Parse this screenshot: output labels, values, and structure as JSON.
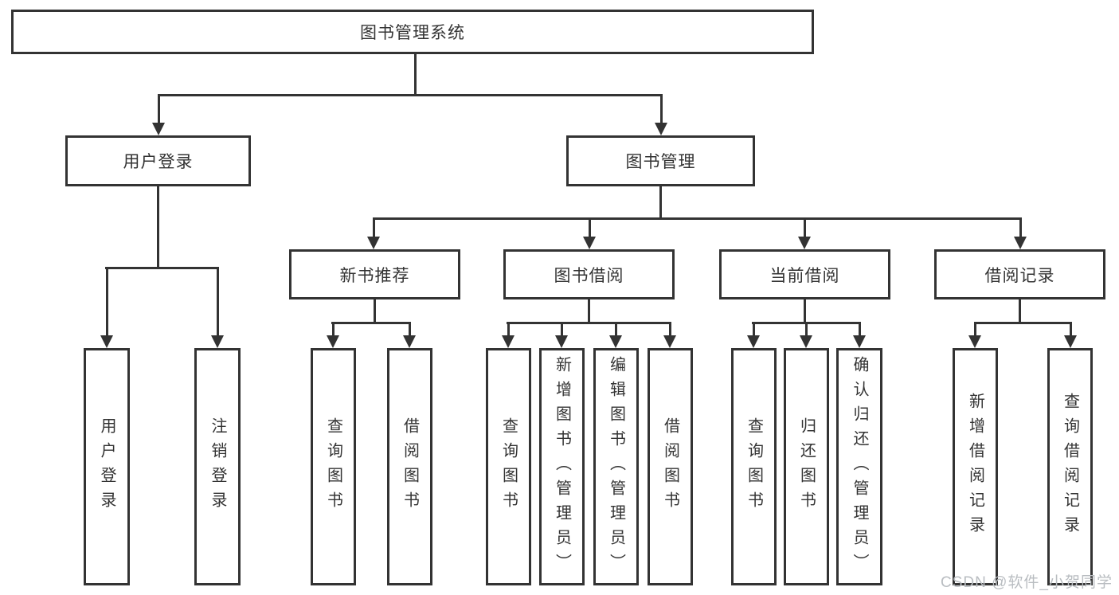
{
  "diagram": {
    "title": "图书管理系统",
    "level1": {
      "user_login": "用户登录",
      "book_mgmt": "图书管理"
    },
    "level2": {
      "new_book_rec": "新书推荐",
      "book_borrow": "图书借阅",
      "current_borrow": "当前借阅",
      "borrow_records": "借阅记录"
    },
    "leaves": {
      "user_login": [
        "用户登录",
        "注销登录"
      ],
      "new_book_rec": [
        "查询图书",
        "借阅图书"
      ],
      "book_borrow": [
        "查询图书",
        "新增图书（管理员）",
        "编辑图书（管理员）",
        "借阅图书"
      ],
      "current_borrow": [
        "查询图书",
        "归还图书",
        "确认归还（管理员）"
      ],
      "borrow_records": [
        "新增借阅记录",
        "查询借阅记录"
      ]
    }
  },
  "watermark": "CSDN @软件_小贺同学",
  "colors": {
    "line": "#333333",
    "text": "#333333",
    "box_fill": "#ffffff",
    "watermark": "#b9bdc1"
  }
}
